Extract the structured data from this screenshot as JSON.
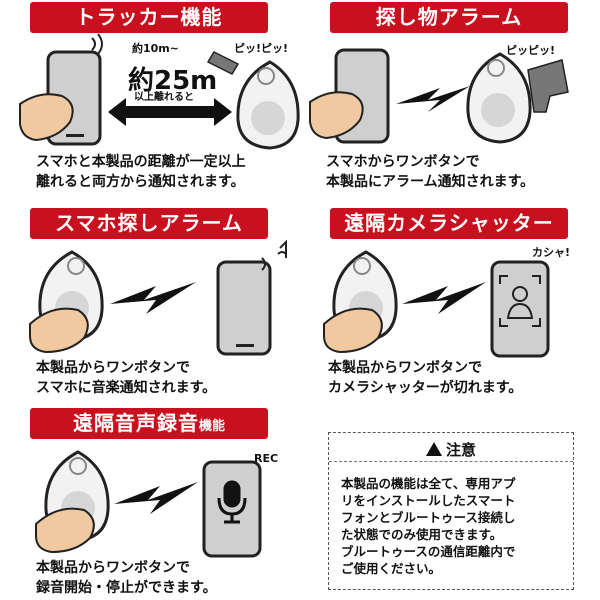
{
  "panels": {
    "tracker": {
      "title": "トラッカー機能",
      "distance_top": "約10m~",
      "distance_big": "約25m",
      "distance_bottom": "以上離れると",
      "sound": "ピッ!ピッ!",
      "caption": [
        "スマホと本製品の距離が一定以上",
        "離れると両方から通知されます。"
      ]
    },
    "lost_item": {
      "title": "探し物アラーム",
      "sound": "ピッピッ!",
      "caption": [
        "スマホからワンボタンで",
        "本製品にアラーム通知されます。"
      ]
    },
    "phone_finder": {
      "title": "スマホ探しアラーム",
      "caption": [
        "本製品からワンボタンで",
        "スマホに音楽通知されます。"
      ]
    },
    "remote_shutter": {
      "title": "遠隔カメラシャッター",
      "sound": "カシャ!",
      "caption": [
        "本製品からワンボタンで",
        "カメラシャッターが切れます。"
      ]
    },
    "voice_record": {
      "title": "遠隔音声録音",
      "title_suffix": "機能",
      "rec": "REC",
      "caption": [
        "本製品からワンボタンで",
        "録音開始・停止ができます。"
      ]
    }
  },
  "notice": {
    "title": "注意",
    "body": [
      "本製品の機能は全て、専用アプ",
      "リをインストールしたスマート",
      "フォンとブルートゥース接続し",
      "た状態でのみ使用できます。",
      "ブルートゥースの通信距離内で",
      "ご使用ください。"
    ]
  },
  "colors": {
    "banner": "#c8101e",
    "phone_screen": "#cfcfcf",
    "tag_body": "#f2f2f2"
  }
}
